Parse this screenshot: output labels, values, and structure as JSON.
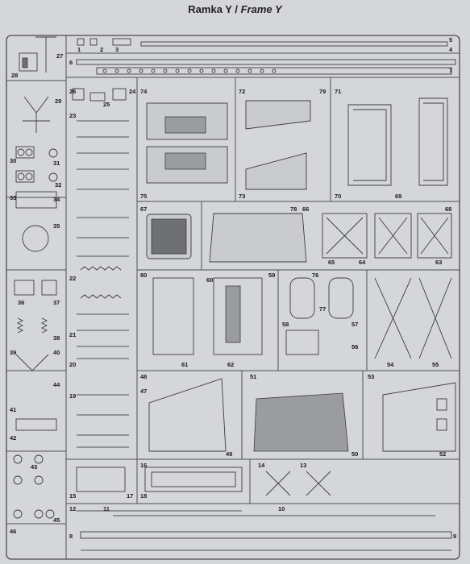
{
  "header": {
    "title_pl": "Ramka Y",
    "separator": "/",
    "title_en": "Frame Y"
  },
  "parts": {
    "p1": "1",
    "p2": "2",
    "p3": "3",
    "p4": "4",
    "p5": "5",
    "p6": "6",
    "p7": "7",
    "p8": "8",
    "p9": "9",
    "p10": "10",
    "p11": "11",
    "p12": "12",
    "p13": "13",
    "p14": "14",
    "p15": "15",
    "p16": "16",
    "p17": "17",
    "p18": "18",
    "p19": "19",
    "p20": "20",
    "p21": "21",
    "p22": "22",
    "p23": "23",
    "p24": "24",
    "p25": "25",
    "p26": "26",
    "p27": "27",
    "p28": "28",
    "p29": "29",
    "p30": "30",
    "p31": "31",
    "p32": "32",
    "p33": "33",
    "p34": "34",
    "p35": "35",
    "p36": "36",
    "p37": "37",
    "p38": "38",
    "p39": "39",
    "p40": "40",
    "p41": "41",
    "p42": "42",
    "p43": "43",
    "p44": "44",
    "p45": "45",
    "p46": "46",
    "p47": "47",
    "p48": "48",
    "p49": "49",
    "p50": "50",
    "p51": "51",
    "p52": "52",
    "p53": "53",
    "p54": "54",
    "p55": "55",
    "p56": "56",
    "p57": "57",
    "p58": "58",
    "p59": "59",
    "p60": "60",
    "p61": "61",
    "p62": "62",
    "p63": "63",
    "p64": "64",
    "p65": "65",
    "p66": "66",
    "p67": "67",
    "p68": "68",
    "p69": "69",
    "p70": "70",
    "p71": "71",
    "p72": "72",
    "p73": "73",
    "p74": "74",
    "p75": "75",
    "p76": "76",
    "p77": "77",
    "p78": "78",
    "p79": "79",
    "p80": "80"
  }
}
